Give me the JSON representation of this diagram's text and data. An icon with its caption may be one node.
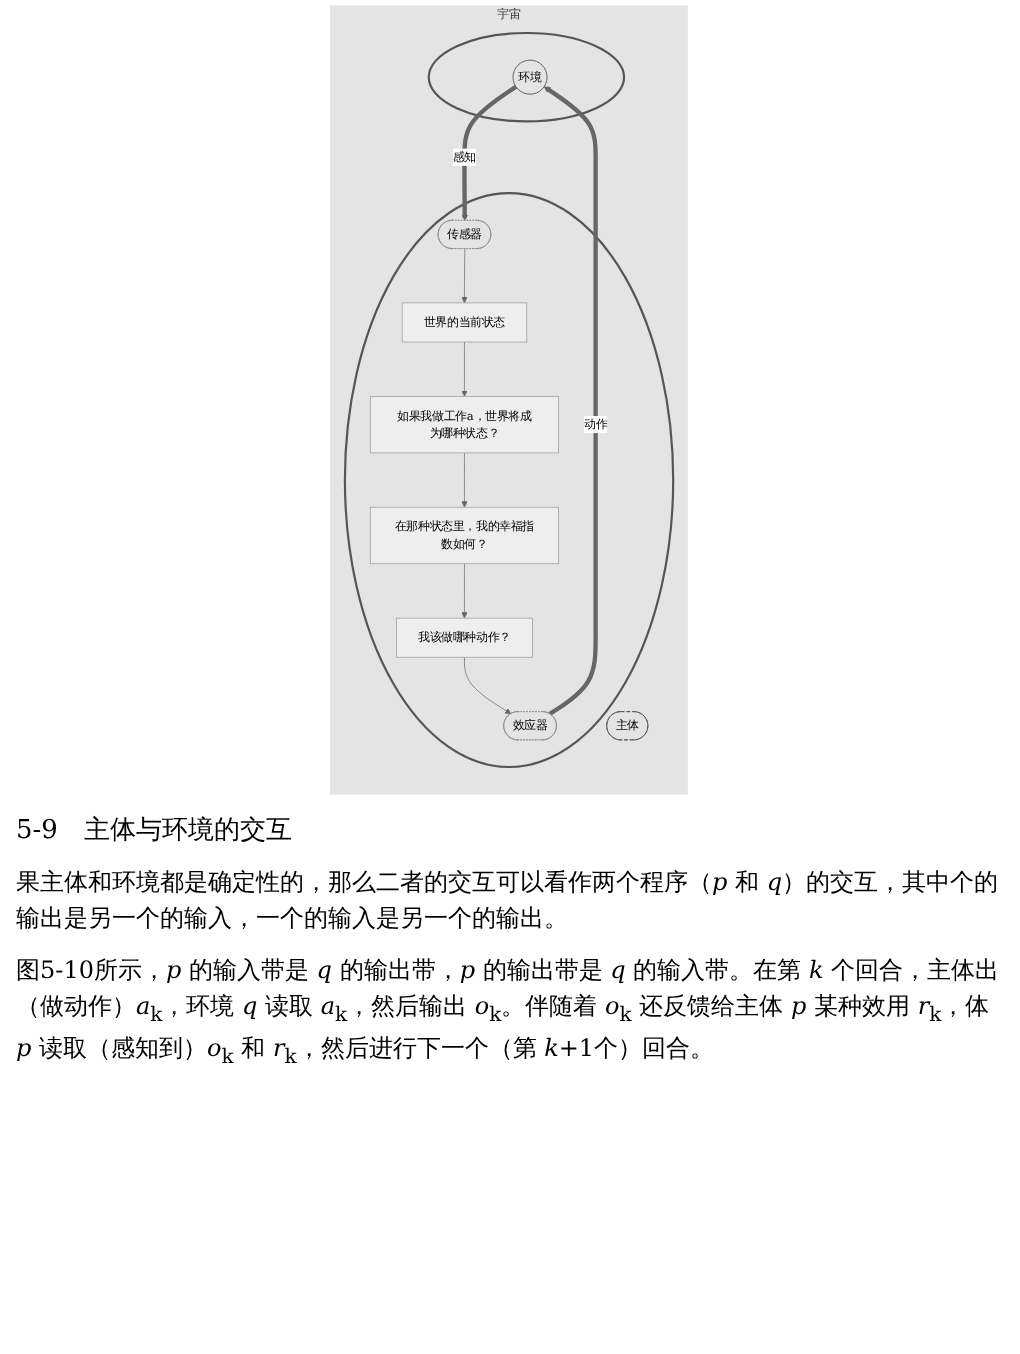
{
  "diagram": {
    "caption": "5-9　主体与环境的交互",
    "nodes": [
      {
        "text": [
          "宇宙"
        ]
      },
      {
        "text": [],
        "shape": "ellipse",
        "in": 0
      },
      {
        "text": [
          "传感器"
        ],
        "in": 1
      },
      {
        "text": [
          "世界的当前状态"
        ],
        "in": 1
      },
      {
        "text": [
          "如果我做工作a，世界将成为哪种状态？"
        ],
        "in": 1
      },
      {
        "text": [
          "在那种状态里，我的幸福指数如何？"
        ],
        "in": 1
      },
      {
        "text": [
          "我该做哪种动作？"
        ],
        "in": 1
      },
      {
        "text": [
          "效应器"
        ],
        "in": 1
      },
      {
        "text": [
          "主体"
        ],
        "in": 1
      },
      {
        "text": [],
        "shape": "ellipse",
        "in": 0
      },
      {
        "text": [
          "环境"
        ],
        "in": 9
      }
    ],
    "edges": [
      {
        "from": 2,
        "to": 3,
        "arrow": "to"
      },
      {
        "from": 3,
        "to": 4,
        "arrow": "to"
      },
      {
        "from": 4,
        "to": 5,
        "arrow": "to"
      },
      {
        "from": 5,
        "to": 6,
        "arrow": "to"
      },
      {
        "from": 6,
        "to": 7,
        "arrow": "to"
      },
      {
        "from": 10,
        "to": 2,
        "arrow": "to",
        "label": "感知",
        "style": "thick"
      },
      {
        "from": 7,
        "to": 10,
        "arrow": "to",
        "label": "动作",
        "style": "thick"
      }
    ],
    "labels": [
      "果主体和环境都是确定性的，那么二者的交互可以看作两个程序（*p* 和 *q*）的交互，其中个的输出是另一个的输入，一个的输入是另一个的输出。",
      "图5-10所示，*p* 的输入带是 *q* 的输出带，*p* 的输出带是 *q* 的输入带。在第 *k* 个回合，主体出（做动作）*a*$_{k}$，环境 *q* 读取 *a*$_{k}$，然后输出 *o*$_{k}$。伴随着 *o*$_{k}$ 还反馈给主体 *p* 某种效用 *r*$_{k}$，体 *p* 读取（感知到）*o*$_{k}$ 和 *r*$_{k}$，然后进行下一个（第 *k*+1个）回合。"
    ]
  }
}
